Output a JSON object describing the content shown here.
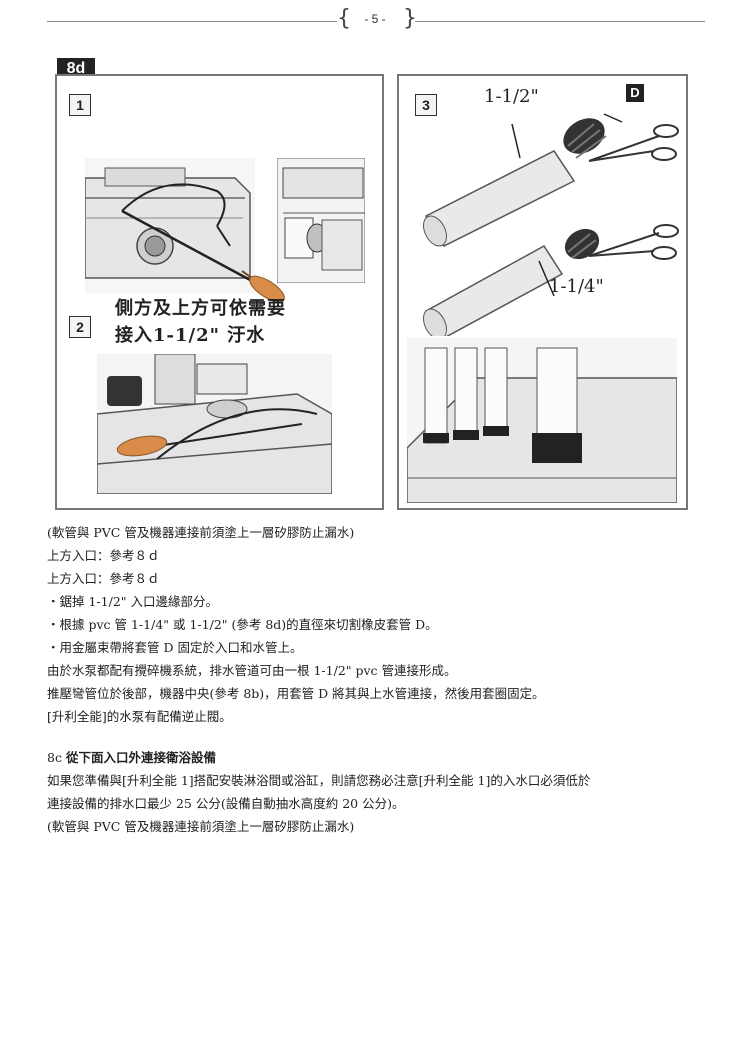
{
  "header": {
    "page_number": "- 5 -"
  },
  "figure": {
    "tag": "8d",
    "step1": "1",
    "step2": "2",
    "step3": "3",
    "caption_line1": "側方及上方可依需要",
    "caption_line2": "接入1-1/2\" 汙水",
    "label_d": "D",
    "dim_top": "1-1/2\"",
    "dim_bottom": "1-1/4\""
  },
  "body": {
    "lines": [
      "(軟管與 PVC 管及機器連接前須塗上一層矽膠防止漏水)",
      "上方入口：參考８ｄ",
      "上方入口：參考８ｄ",
      "・鋸掉 1-1/2\" 入口邊緣部分。",
      "・根據 pvc 管 1-1/4\" 或 1-1/2\" (參考 8d)的直徑來切割橡皮套管 D。",
      "・用金屬束帶將套管 D 固定於入口和水管上。",
      "由於水泵都配有攪碎機系統，排水管道可由一根 1-1/2\" pvc 管連接形成。",
      "推壓彎管位於後部，機器中央(參考 8b)，用套管 D 將其與上水管連接，然後用套圈固定。",
      "[升利全能]的水泵有配備逆止閥。"
    ],
    "section_num": "8c",
    "section_title": "從下面入口外連接衛浴設備",
    "para": [
      "如果您準備與[升利全能 1]搭配安裝淋浴間或浴缸，則請您務必注意[升利全能 1]的入水口必須低於",
      "連接設備的排水口最少 25 公分(設備自動抽水高度約 20 公分)。",
      "(軟管與 PVC 管及機器連接前須塗上一層矽膠防止漏水)"
    ]
  },
  "colors": {
    "rule": "#888888",
    "frame": "#777777",
    "tag_bg": "#222222",
    "handle": "#d98c4a"
  },
  "icons": [
    "saw-icon",
    "scissors-icon",
    "pipe-icon",
    "rubber-sleeve-icon"
  ]
}
